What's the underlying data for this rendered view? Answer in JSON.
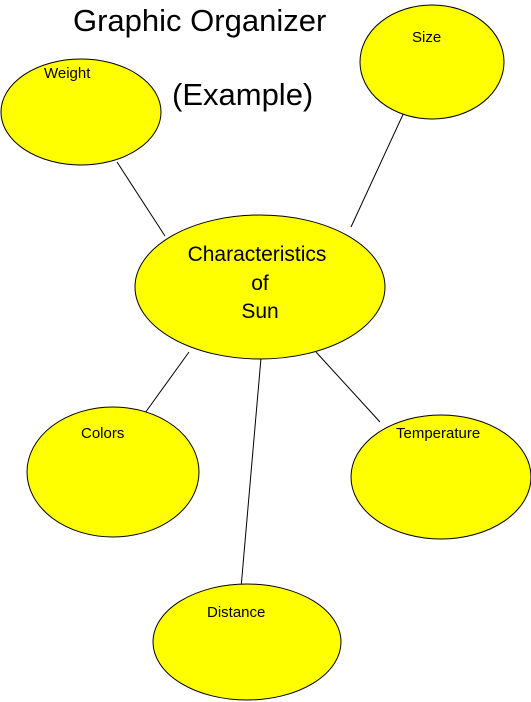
{
  "title": {
    "line1": "Graphic Organizer",
    "line2": "(Example)"
  },
  "center": {
    "lines": [
      "Characteristics",
      "of",
      "Sun"
    ]
  },
  "nodes": {
    "weight": "Weight",
    "size": "Size",
    "colors": "Colors",
    "temperature": "Temperature",
    "distance": "Distance"
  },
  "colors": {
    "fill": "#ffff00",
    "stroke": "#000000",
    "background": "#ffffff"
  }
}
